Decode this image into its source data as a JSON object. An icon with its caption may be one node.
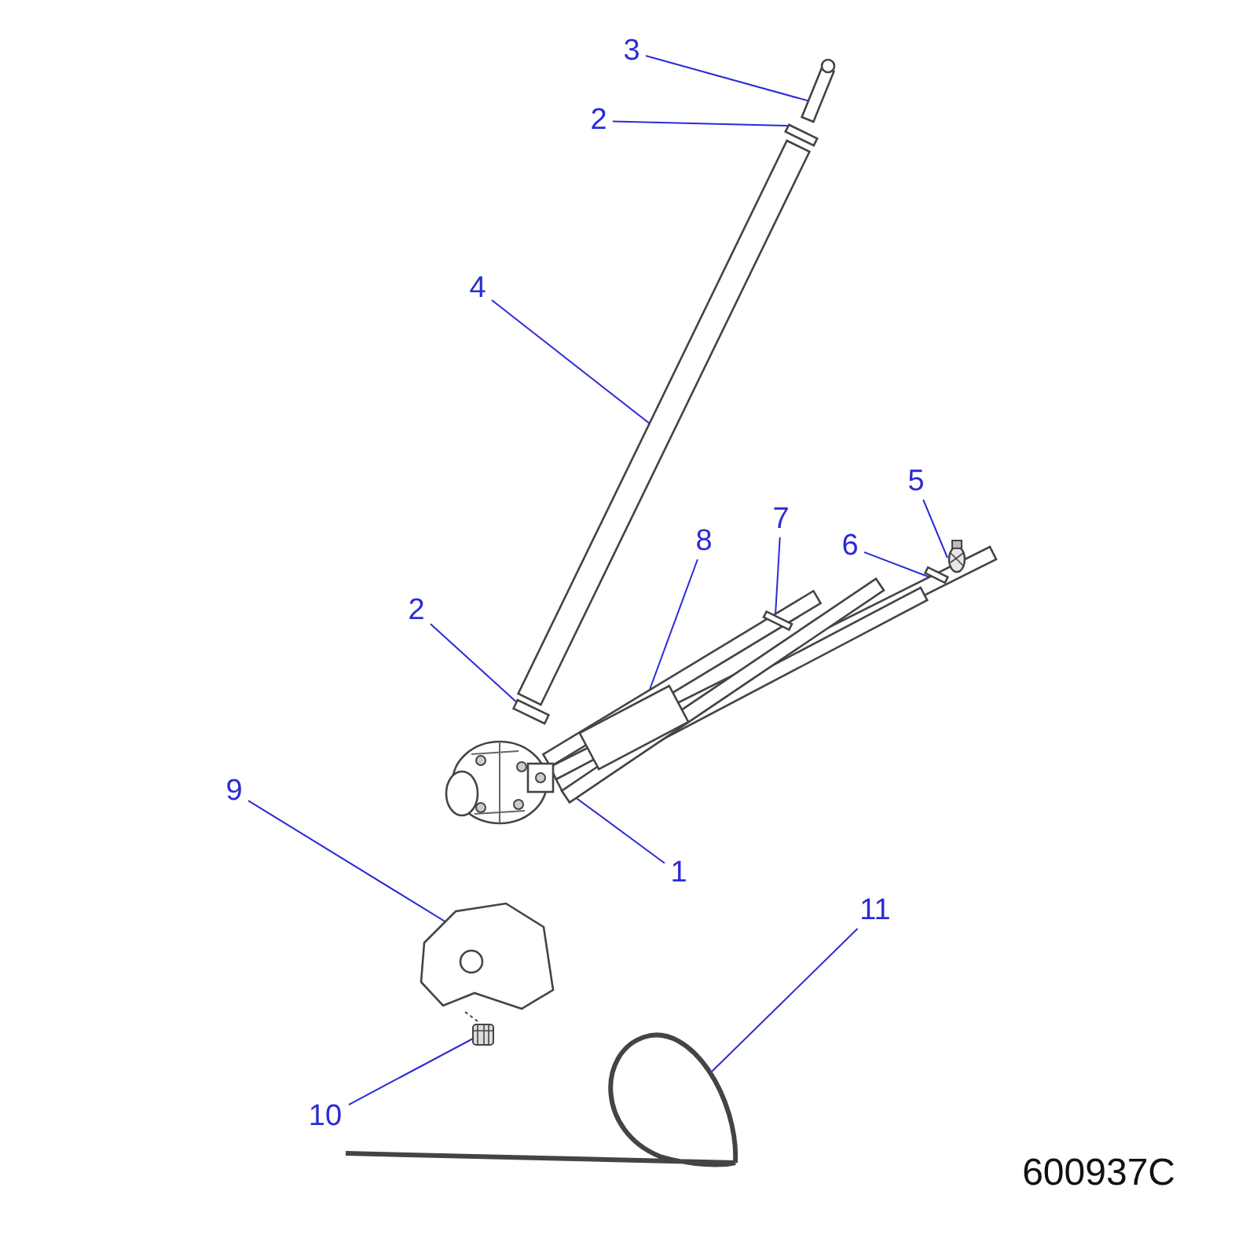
{
  "diagram": {
    "nodes": [
      {
        "text": [
          "3"
        ]
      },
      {
        "text": [
          "2"
        ]
      },
      {
        "text": [
          "4"
        ]
      },
      {
        "text": [
          "8"
        ]
      },
      {
        "text": [
          "7"
        ]
      },
      {
        "text": [
          "6"
        ]
      },
      {
        "text": [
          "5"
        ]
      },
      {
        "text": [
          "2"
        ]
      },
      {
        "text": [
          "9"
        ]
      },
      {
        "text": [
          "1"
        ]
      },
      {
        "text": [
          "11"
        ]
      },
      {
        "text": [
          "10"
        ]
      },
      {
        "text": [],
        "shape": "picture"
      },
      {
        "text": [],
        "shape": "picture"
      },
      {
        "text": [],
        "shape": "picture"
      },
      {
        "text": [],
        "shape": "picture"
      },
      {
        "text": [],
        "shape": "picture"
      },
      {
        "text": [],
        "shape": "picture"
      },
      {
        "text": [],
        "shape": "picture"
      },
      {
        "text": [],
        "shape": "picture"
      },
      {
        "text": [],
        "shape": "picture"
      },
      {
        "text": [],
        "shape": "picture"
      },
      {
        "text": [],
        "shape": "picture"
      },
      {
        "text": [],
        "shape": "picture"
      }
    ],
    "edges": [
      {
        "from": 0,
        "to": 12,
        "arrow": "none"
      },
      {
        "from": 1,
        "to": 13,
        "arrow": "none"
      },
      {
        "from": 2,
        "to": 14,
        "arrow": "none"
      },
      {
        "from": 3,
        "to": 15,
        "arrow": "none"
      },
      {
        "from": 4,
        "to": 16,
        "arrow": "none"
      },
      {
        "from": 5,
        "to": 17,
        "arrow": "none"
      },
      {
        "from": 6,
        "to": 18,
        "arrow": "none"
      },
      {
        "from": 7,
        "to": 19,
        "arrow": "none"
      },
      {
        "from": 8,
        "to": 20,
        "arrow": "none"
      },
      {
        "from": 9,
        "to": 21,
        "arrow": "none"
      },
      {
        "from": 10,
        "to": 22,
        "arrow": "none"
      },
      {
        "from": 11,
        "to": 23,
        "arrow": "none"
      }
    ],
    "labels": [
      "600937C"
    ]
  }
}
